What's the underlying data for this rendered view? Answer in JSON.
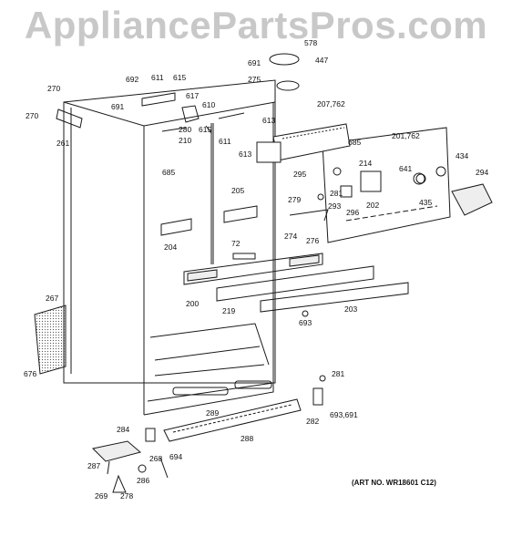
{
  "watermark": "AppliancePartsPros.com",
  "art_number": "(ART NO. WR18601 C12)",
  "part_labels": [
    "578",
    "447",
    "691",
    "275",
    "692",
    "611",
    "615",
    "617",
    "270",
    "691",
    "610",
    "270",
    "280",
    "261",
    "615",
    "210",
    "611",
    "613",
    "613",
    "207,762",
    "685",
    "685",
    "201,762",
    "214",
    "641",
    "434",
    "294",
    "295",
    "281",
    "279",
    "293",
    "202",
    "435",
    "205",
    "204",
    "276",
    "274",
    "72",
    "296",
    "200",
    "219",
    "203",
    "693",
    "267",
    "676",
    "281",
    "282",
    "693,691",
    "289",
    "284",
    "694",
    "288",
    "287",
    "268",
    "286",
    "269",
    "278"
  ],
  "colors": {
    "line": "#1a1a1a",
    "watermark": "#c8c8c8",
    "shade": "#9a9a9a"
  }
}
